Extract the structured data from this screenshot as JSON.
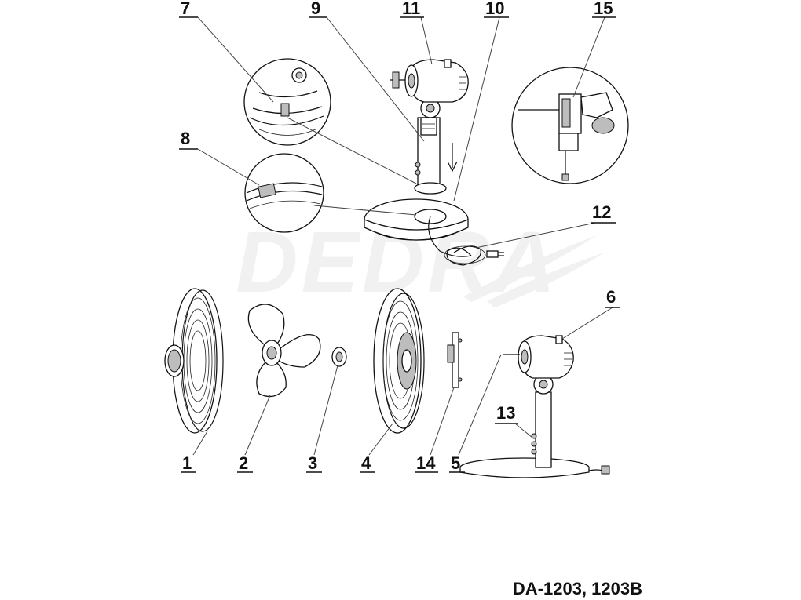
{
  "watermark": "DEDRA",
  "model": "DA-1203, 1203B",
  "parts": {
    "p1": "1",
    "p2": "2",
    "p3": "3",
    "p4": "4",
    "p5": "5",
    "p6": "6",
    "p7": "7",
    "p8": "8",
    "p9": "9",
    "p10": "10",
    "p11": "11",
    "p12": "12",
    "p13": "13",
    "p14": "14",
    "p15": "15"
  },
  "colors": {
    "line": "#111111",
    "shade": "#bdbdbd",
    "watermark": "#f1f1f1"
  }
}
